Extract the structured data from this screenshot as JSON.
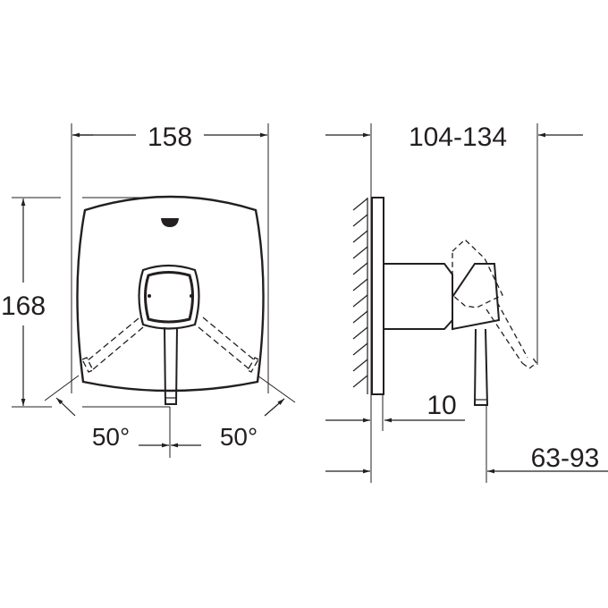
{
  "drawing": {
    "type": "technical-dimension-drawing",
    "subject": "concealed single-lever mixer trim (front and side views)",
    "stroke_color": "#231f20",
    "background": "#ffffff",
    "front_view": {
      "width_label": "158",
      "height_label": "168",
      "angle_left_label": "50°",
      "angle_right_label": "50°",
      "logo": "brand-logo-mark"
    },
    "side_view": {
      "projection_label": "104-134",
      "plate_offset_label": "10",
      "lever_depth_label": "63-93",
      "wall_hatch": "wall-hatching"
    }
  }
}
